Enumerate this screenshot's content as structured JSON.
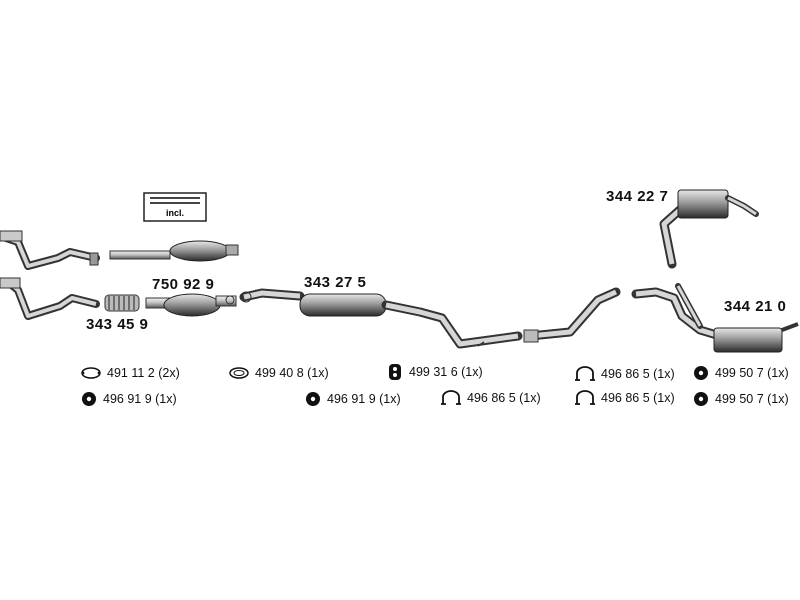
{
  "part_labels": {
    "front_cat": "750 92 9",
    "flex_pipe": "343 45 9",
    "centre_silencer": "343 27 5",
    "rear_silencer_upper": "344 22 7",
    "rear_silencer_lower": "344 21 0"
  },
  "kit_badge": {
    "label": "incl."
  },
  "legend": [
    {
      "icon": "gasket-oval-icon",
      "label": "491 11 2 (2x)"
    },
    {
      "icon": "rubber-mount-icon",
      "label": "496 91 9 (1x)"
    },
    {
      "icon": "gasket-ring-icon",
      "label": "499 40 8 (1x)"
    },
    {
      "icon": "rubber-mount-icon",
      "label": "496 91 9 (1x)"
    },
    {
      "icon": "hanger-icon",
      "label": "499 31 6 (1x)"
    },
    {
      "icon": "clamp-icon",
      "label": "496 86 5 (1x)"
    },
    {
      "icon": "clamp-icon",
      "label": "496 86 5 (1x)"
    },
    {
      "icon": "clamp-icon",
      "label": "496 86 5 (1x)"
    },
    {
      "icon": "rubber-mount-icon",
      "label": "499 50 7 (1x)"
    },
    {
      "icon": "rubber-mount-icon",
      "label": "499 50 7 (1x)"
    }
  ]
}
